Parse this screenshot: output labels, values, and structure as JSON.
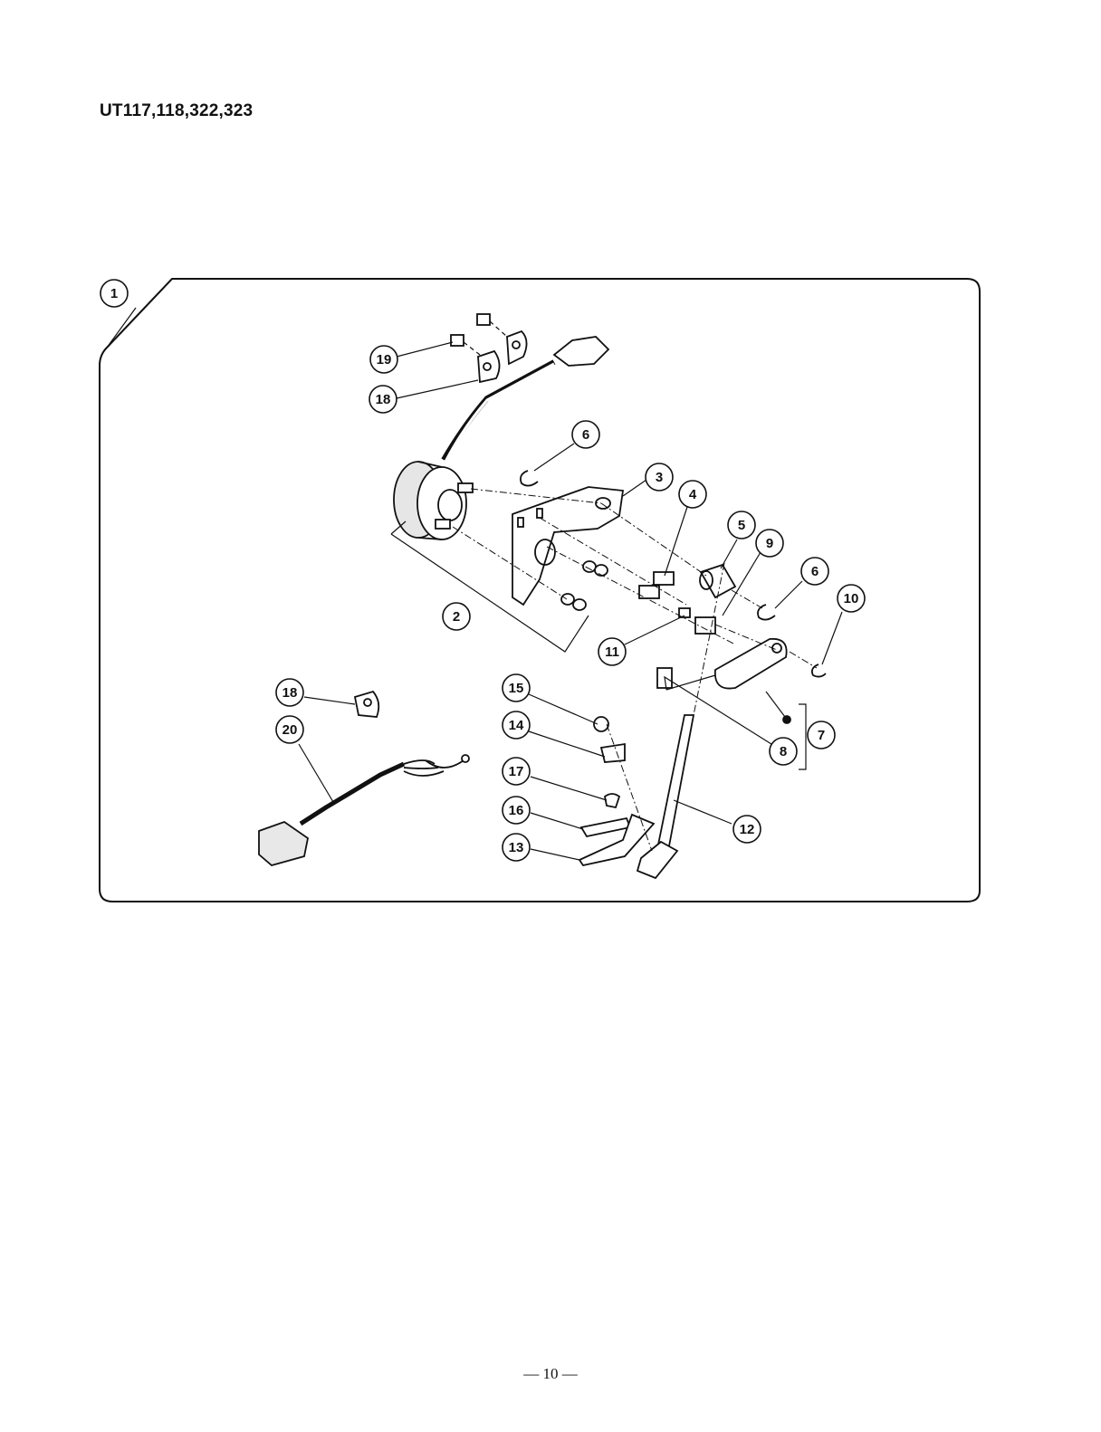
{
  "header": {
    "model_numbers": "UT117,118,322,323"
  },
  "callouts": {
    "c1": "1",
    "c2": "2",
    "c3": "3",
    "c4": "4",
    "c5": "5",
    "c6a": "6",
    "c6b": "6",
    "c7": "7",
    "c8": "8",
    "c9": "9",
    "c10": "10",
    "c11": "11",
    "c12": "12",
    "c13": "13",
    "c14": "14",
    "c15": "15",
    "c16": "16",
    "c17": "17",
    "c18a": "18",
    "c18b": "18",
    "c19": "19",
    "c20": "20"
  },
  "footer": {
    "page_number": "— 10 —"
  }
}
